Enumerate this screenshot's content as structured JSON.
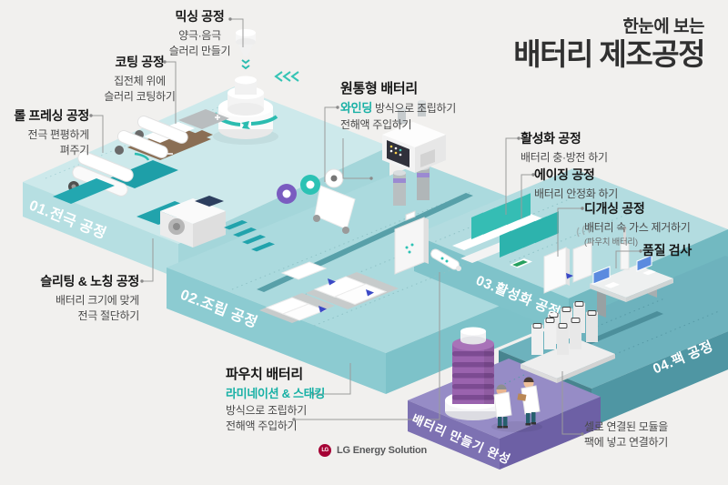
{
  "title": {
    "eyebrow": "한눈에 보는",
    "main": "배터리 제조공정"
  },
  "logo": {
    "mark": "LG",
    "text": "LG Energy Solution"
  },
  "stage_labels": {
    "s1": "01.전극 공정",
    "s2": "02.조립 공정",
    "s3": "03.활성화 공정",
    "s4": "04.팩 공정",
    "complete": "배터리 만들기 완성"
  },
  "callouts": {
    "mixing": {
      "title": "믹싱 공정",
      "line1": "양극·음극",
      "line2": "슬러리 만들기"
    },
    "coating": {
      "title": "코팅 공정",
      "line1": "집전체 위에",
      "line2": "슬러리 코팅하기"
    },
    "roll_pressing": {
      "title": "롤 프레싱 공정",
      "line1": "전극 편평하게",
      "line2": "펴주기"
    },
    "slitting": {
      "title": "슬리팅 & 노칭 공정",
      "line1": "배터리 크기에 맞게",
      "line2": "전극 절단하기"
    },
    "cylindrical": {
      "title": "원통형 배터리",
      "highlight": "와인딩",
      "after_highlight": " 방식으로 조립하기",
      "line2": "전해액 주입하기"
    },
    "pouch": {
      "title": "파우치 배터리",
      "highlight": "라미네이션 & 스태킹",
      "line1": "방식으로 조립하기",
      "line2": "전해액 주입하기"
    },
    "formation": {
      "title": "활성화 공정",
      "line1": "배터리 충·방전 하기"
    },
    "aging": {
      "title": "에이징 공정",
      "line1": "배터리 안정화 하기"
    },
    "degassing": {
      "title": "디개싱 공정",
      "line1": "배터리 속 가스 제거하기",
      "note": "(파우치 배터리)"
    },
    "quality": {
      "title": "품질 검사"
    },
    "module": {
      "line1": "셀로 연결된 모듈을",
      "line2": "팩에 넣고 연결하기"
    }
  },
  "colors": {
    "background": "#f1f0ee",
    "accent_teal": "#17b0a5",
    "platform_light": "#cde9eb",
    "platform_mid": "#abdade",
    "platform_dark": "#6db2bd",
    "complete_purple": "#968cc6",
    "battery_purple": "#9a63ae",
    "lg_red": "#a50034"
  }
}
